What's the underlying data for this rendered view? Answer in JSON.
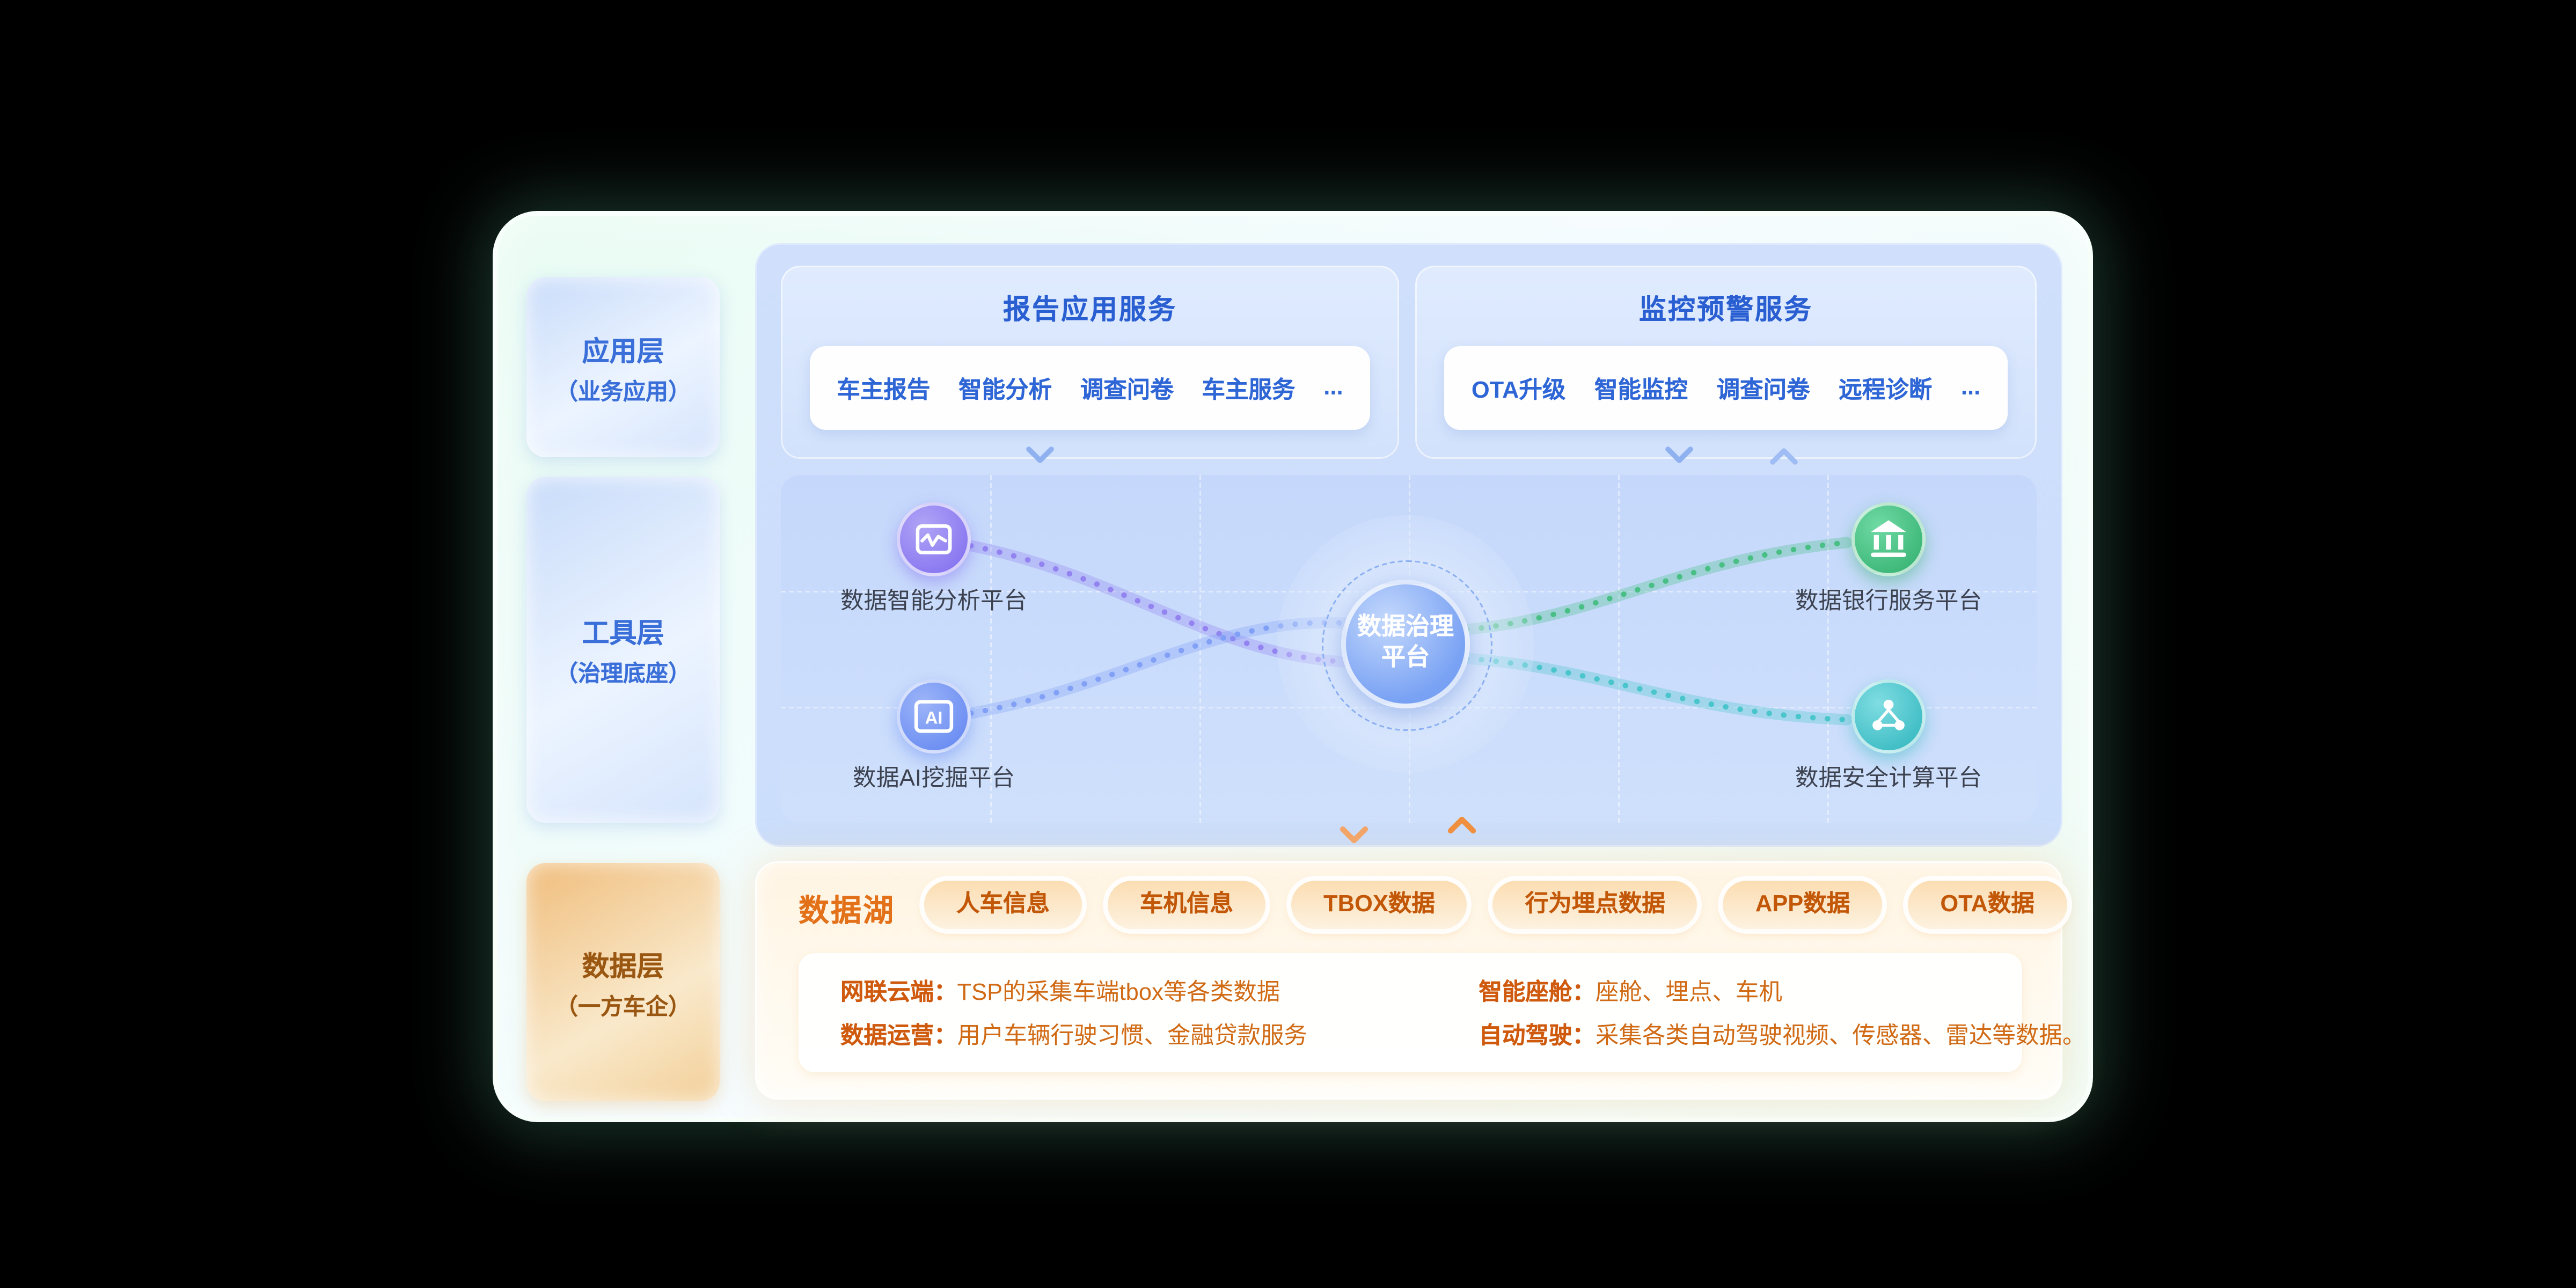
{
  "layers": {
    "app": {
      "title": "应用层",
      "subtitle": "（业务应用）"
    },
    "tool": {
      "title": "工具层",
      "subtitle": "（治理底座）"
    },
    "data": {
      "title": "数据层",
      "subtitle": "（一方车企）"
    }
  },
  "report": {
    "title": "报告应用服务",
    "items": [
      "车主报告",
      "智能分析",
      "调查问卷",
      "车主服务",
      "..."
    ]
  },
  "monitor": {
    "title": "监控预警服务",
    "items": [
      "OTA升级",
      "智能监控",
      "调查问卷",
      "远程诊断",
      "..."
    ]
  },
  "hub": {
    "line1": "数据治理",
    "line2": "平台"
  },
  "nodes": [
    {
      "label": "数据智能分析平台"
    },
    {
      "label": "数据AI挖掘平台"
    },
    {
      "label": "数据银行服务平台"
    },
    {
      "label": "数据安全计算平台"
    }
  ],
  "lake": {
    "title": "数据湖",
    "tags": [
      "人车信息",
      "车机信息",
      "TBOX数据",
      "行为埋点数据",
      "APP数据",
      "OTA数据"
    ],
    "details": [
      {
        "label": "网联云端：",
        "text": "TSP的采集车端tbox等各类数据"
      },
      {
        "label": "数据运营：",
        "text": "用户车辆行驶习惯、金融贷款服务"
      },
      {
        "label": "智能座舱：",
        "text": "座舱、埋点、车机"
      },
      {
        "label": "自动驾驶：",
        "text": "采集各类自动驾驶视频、传感器、雷达等数据。"
      }
    ]
  },
  "palette": {
    "background": "#000000",
    "panel_mint": "#ecfcf4",
    "blue_accent": "#2a5fd2",
    "blue_panel": "#cddffb",
    "orange_accent": "#e2711a",
    "purple_node": "#7e6bef",
    "blue_node": "#5f84f1",
    "green_node": "#2fae6c",
    "teal_node": "#2db4bc"
  }
}
